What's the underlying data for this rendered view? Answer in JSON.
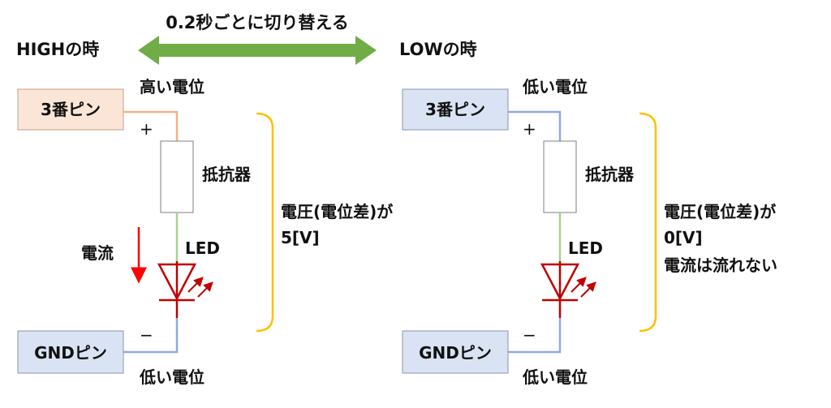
{
  "header": {
    "switch_label": "0.2秒ごとに切り替える",
    "arrow_color": "#70AD47"
  },
  "panels": [
    {
      "state_label": "HIGHの時",
      "top_potential": "高い電位",
      "pin_label": "3番ピン",
      "pin_fill": "#FBE5D6",
      "pin_border": "#C5A089",
      "top_wire_color": "#F4B183",
      "plus_sign": "+",
      "resistor_label": "抵抗器",
      "led_label": "LED",
      "voltage_line1": "電圧(電位差)が",
      "voltage_line2": "5[V]",
      "current_label": "電流",
      "current_note": "",
      "minus_sign": "−",
      "gnd_label": "GNDピン",
      "bottom_potential": "低い電位",
      "current_shown": true
    },
    {
      "state_label": "LOWの時",
      "top_potential": "低い電位",
      "pin_label": "3番ピン",
      "pin_fill": "#DAE3F3",
      "pin_border": "#8497B0",
      "top_wire_color": "#8FAADC",
      "plus_sign": "+",
      "resistor_label": "抵抗器",
      "led_label": "LED",
      "voltage_line1": "電圧(電位差)が",
      "voltage_line2": "0[V]",
      "current_label": "",
      "current_note": "電流は流れない",
      "minus_sign": "−",
      "gnd_label": "GNDピン",
      "bottom_potential": "低い電位",
      "current_shown": false
    }
  ],
  "colors": {
    "gnd_fill": "#DAE3F3",
    "gnd_border": "#8497B0",
    "gnd_wire": "#8FAADC",
    "led_wire": "#A9D18E",
    "led_red": "#C00000",
    "bracket": "#FFC000",
    "current_arrow": "#FF0000"
  }
}
